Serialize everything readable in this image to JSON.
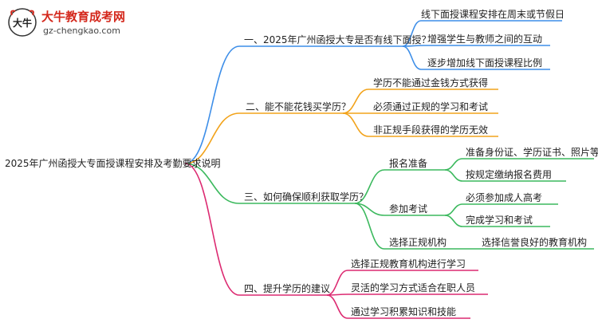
{
  "logo": {
    "glyph": "大牛",
    "title": "大牛教育成考网",
    "url": "gz-chengkao.com"
  },
  "colors": {
    "blue": "#3d8ee8",
    "orange": "#f2a31b",
    "green": "#3cb95e",
    "pink": "#dc2a71",
    "brand_red": "#d4281c"
  },
  "mindmap": {
    "root": "2025年广州函授大专面授课程安排及考勤要求说明",
    "branches": [
      {
        "label": "一、2025年广州函授大专是否有线下面授？",
        "children": [
          {
            "label": "线下面授课程安排在周末或节假日"
          },
          {
            "label": "增强学生与教师之间的互动"
          },
          {
            "label": "逐步增加线下面授课程比例"
          }
        ]
      },
      {
        "label": "二、能不能花钱买学历？",
        "children": [
          {
            "label": "学历不能通过金钱方式获得"
          },
          {
            "label": "必须通过正规的学习和考试"
          },
          {
            "label": "非正规手段获得的学历无效"
          }
        ]
      },
      {
        "label": "三、如何确保顺利获取学历？",
        "children": [
          {
            "label": "报名准备",
            "children": [
              {
                "label": "准备身份证、学历证书、照片等材料"
              },
              {
                "label": "按规定缴纳报名费用"
              }
            ]
          },
          {
            "label": "参加考试",
            "children": [
              {
                "label": "必须参加成人高考"
              },
              {
                "label": "完成学习和考试"
              }
            ]
          },
          {
            "label": "选择正规机构",
            "children": [
              {
                "label": "选择信誉良好的教育机构"
              }
            ]
          }
        ]
      },
      {
        "label": "四、提升学历的建议",
        "children": [
          {
            "label": "选择正规教育机构进行学习"
          },
          {
            "label": "灵活的学习方式适合在职人员"
          },
          {
            "label": "通过学习积累知识和技能"
          }
        ]
      }
    ]
  }
}
